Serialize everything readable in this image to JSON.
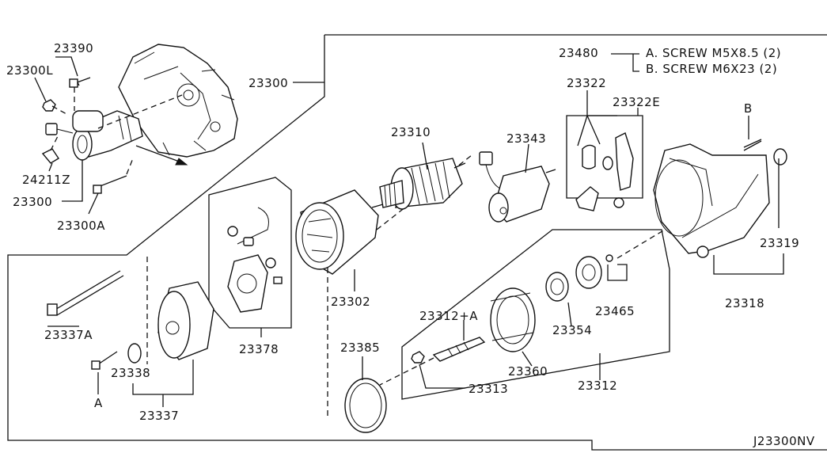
{
  "diagram": {
    "code": "J23300NV",
    "parts": {
      "p23390": "23390",
      "p23300L": "23300L",
      "p23300_top": "23300",
      "p24211Z": "24211Z",
      "p23300_left": "23300",
      "p23300A": "23300A",
      "p23480": "23480",
      "p23322": "23322",
      "p23322E": "23322E",
      "p23310": "23310",
      "p23343": "23343",
      "p23319": "23319",
      "p23465": "23465",
      "p23318": "23318",
      "p23337A": "23337A",
      "p23378": "23378",
      "p23302": "23302",
      "p23312A": "23312+A",
      "p23354": "23354",
      "p23385": "23385",
      "p23360": "23360",
      "p23312": "23312",
      "p23313": "23313",
      "p23338": "23338",
      "p23337": "23337"
    },
    "refs": {
      "a_letter": "A",
      "b_letter": "B"
    },
    "screws": {
      "a": "A. SCREW M5X8.5 (2)",
      "b": "B. SCREW M6X23 (2)"
    }
  }
}
